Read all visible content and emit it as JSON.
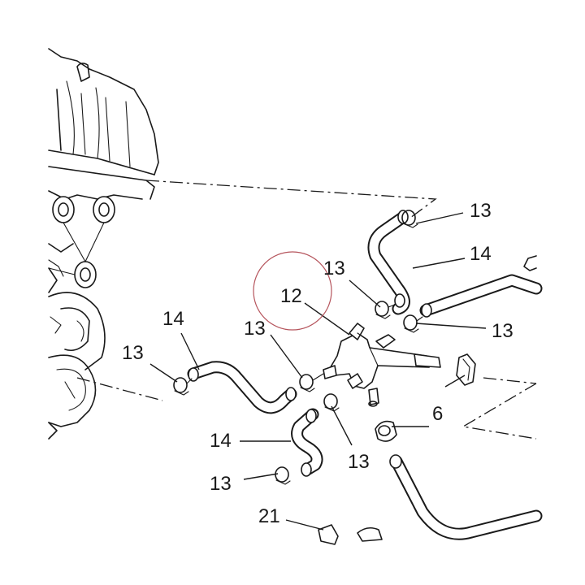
{
  "diagram": {
    "callouts": {
      "c13_top": "13",
      "c14_top": "14",
      "c13_mid": "13",
      "c12": "12",
      "c13_right": "13",
      "c14_left": "14",
      "c13_left": "13",
      "c13_center": "13",
      "c6": "6",
      "c14_bottom": "14",
      "c13_lower": "13",
      "c13_bottom": "13",
      "c21": "21"
    },
    "highlight_color": "#b5545c",
    "line_color": "#1a1a1a"
  }
}
